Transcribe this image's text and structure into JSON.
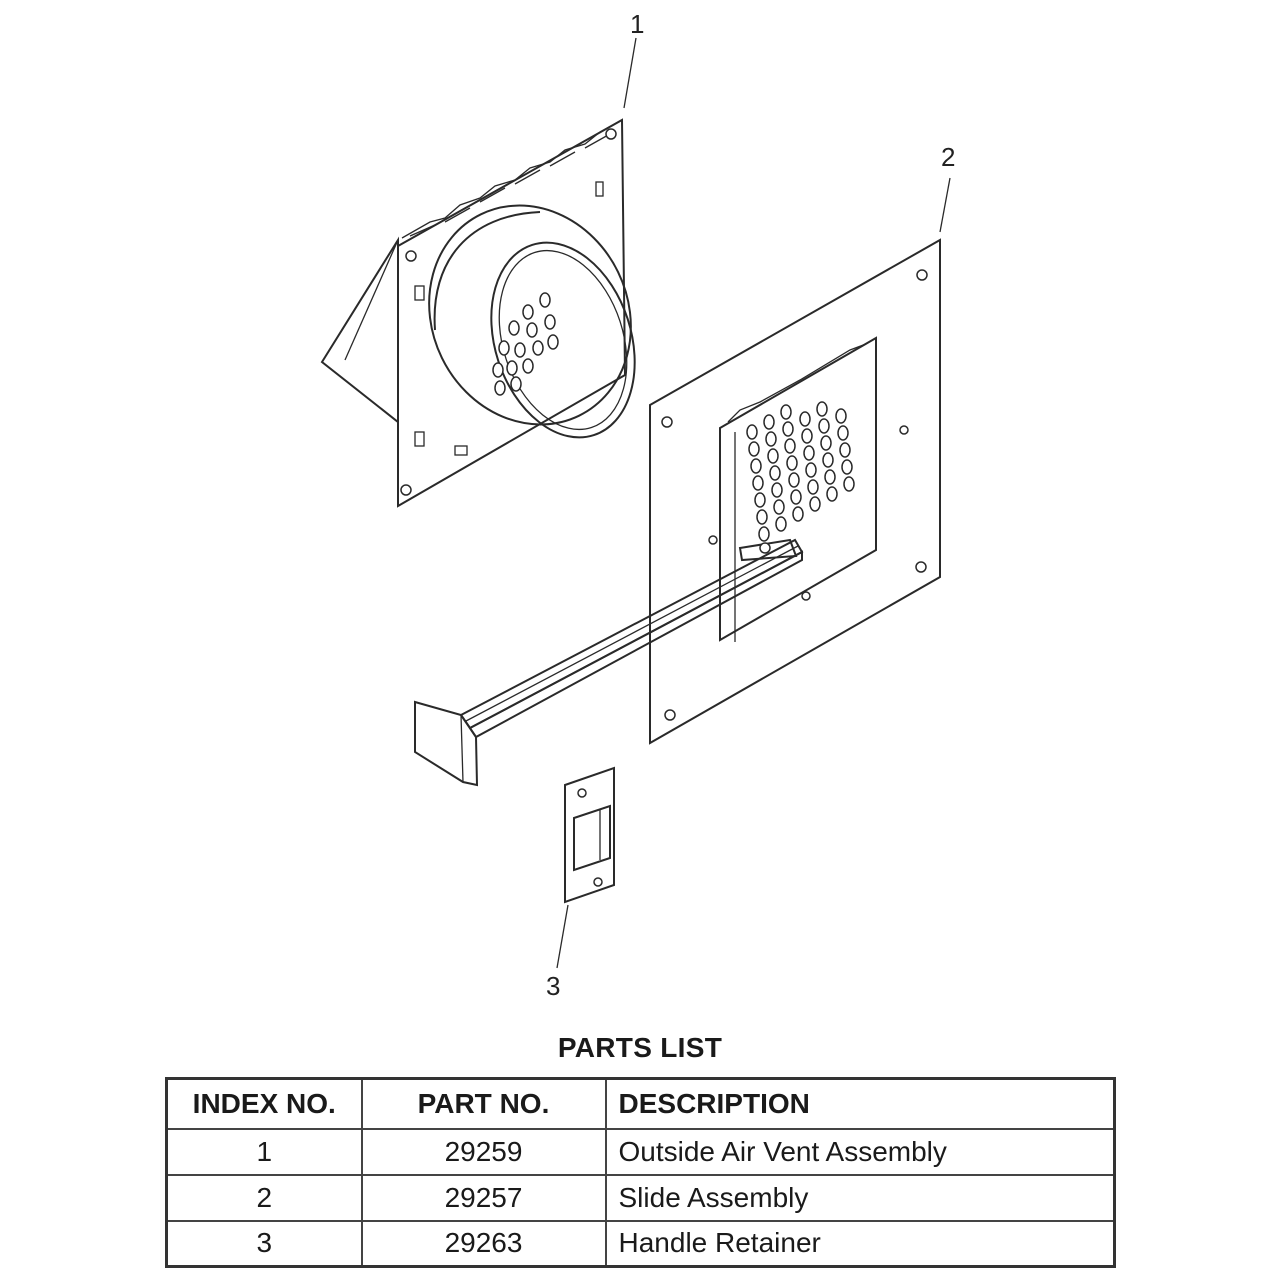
{
  "diagram": {
    "callouts": [
      "1",
      "2",
      "3"
    ]
  },
  "parts_list": {
    "title": "PARTS LIST",
    "headers": [
      "INDEX NO.",
      "PART NO.",
      "DESCRIPTION"
    ],
    "rows": [
      {
        "index": "1",
        "part_no": "29259",
        "description": "Outside Air Vent Assembly"
      },
      {
        "index": "2",
        "part_no": "29257",
        "description": "Slide Assembly"
      },
      {
        "index": "3",
        "part_no": "29263",
        "description": "Handle Retainer"
      }
    ]
  }
}
